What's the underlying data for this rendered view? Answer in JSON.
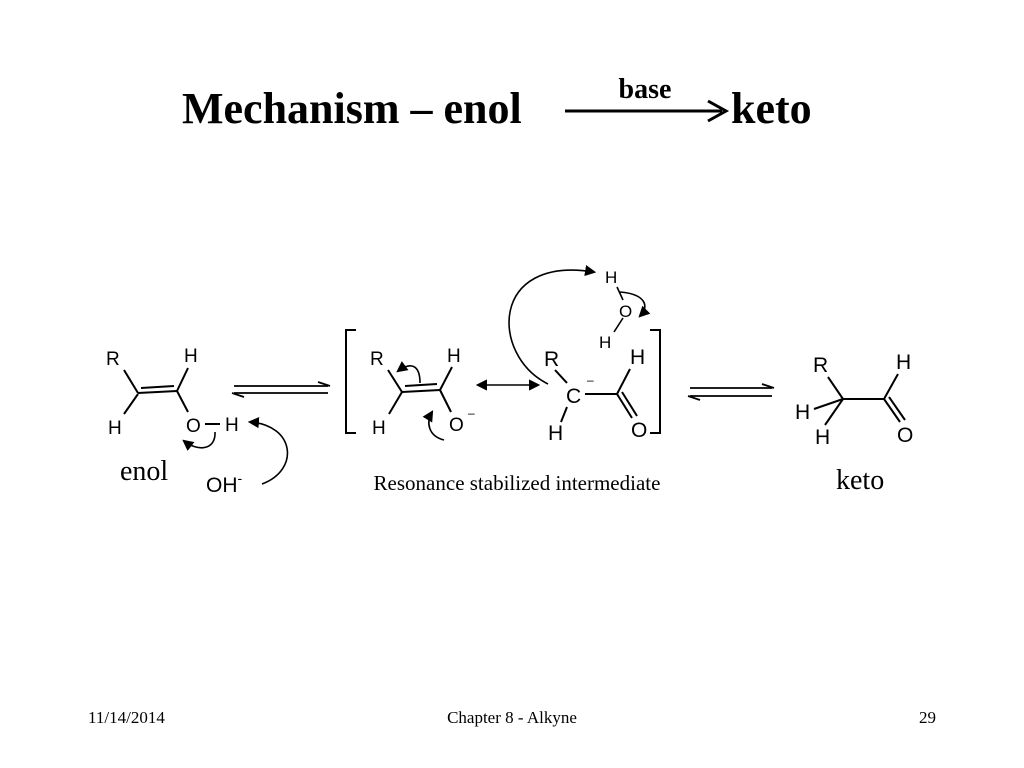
{
  "title": {
    "prefix": "Mechanism – enol",
    "reagent": "base",
    "product": "keto"
  },
  "diagram": {
    "enol": {
      "label": "enol",
      "atoms": {
        "r": "R",
        "h_top": "H",
        "h_bottom": "H",
        "o": "O",
        "h_oh": "H"
      },
      "base": "OH",
      "base_charge": "-"
    },
    "intermediate": {
      "label": "Resonance stabilized intermediate",
      "form1": {
        "r": "R",
        "h_top": "H",
        "h_bottom": "H",
        "o": "O",
        "charge": "–"
      },
      "form2": {
        "r": "R",
        "h_top": "H",
        "c": "C",
        "h_bottom": "H",
        "o": "O",
        "charge": "–"
      },
      "water": {
        "h_top": "H",
        "o": "O",
        "h_bottom": "H"
      }
    },
    "keto": {
      "label": "keto",
      "atoms": {
        "r": "R",
        "h_top": "H",
        "h_left": "H",
        "h_bottom": "H",
        "o": "O"
      }
    }
  },
  "footer": {
    "date": "11/14/2014",
    "chapter": "Chapter 8 - Alkyne",
    "page": "29"
  }
}
